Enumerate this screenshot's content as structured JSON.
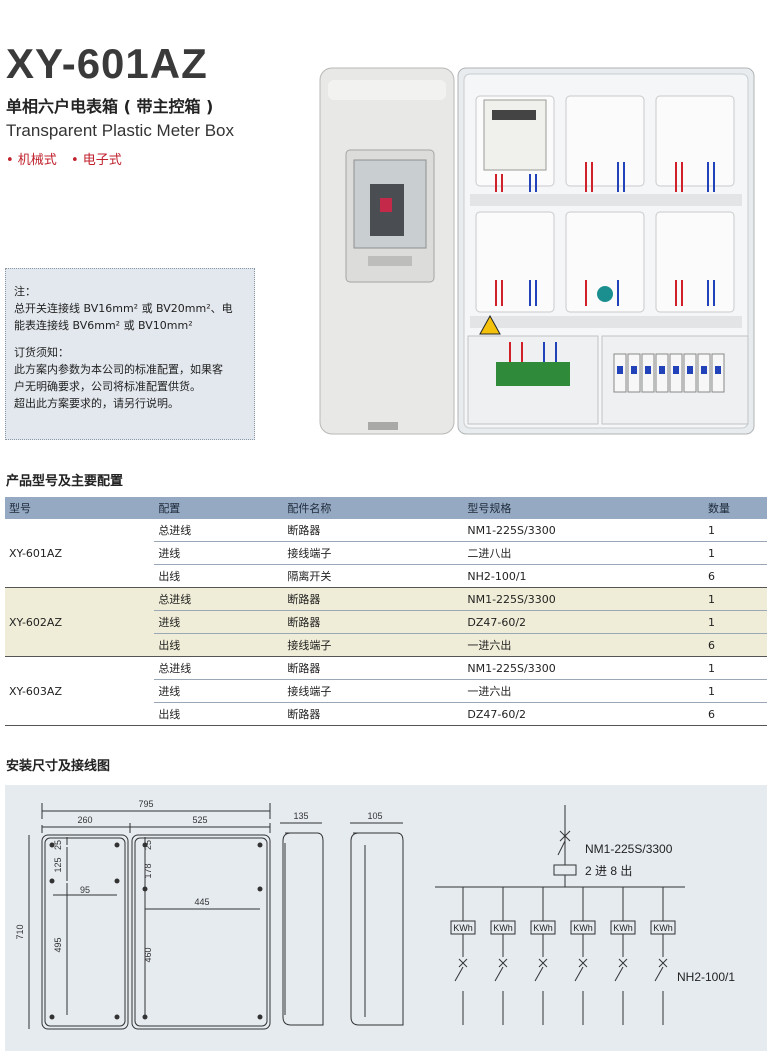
{
  "header": {
    "model": "XY-601AZ",
    "title_zh": "单相六户电表箱 ( 带主控箱 )",
    "title_en": "Transparent Plastic Meter Box",
    "types": [
      "• 机械式",
      "• 电子式"
    ]
  },
  "notes": {
    "note_heading": "注：",
    "note_lines": [
      "总开关连接线 BV16mm² 或 BV20mm²、电",
      "能表连接线 BV6mm² 或 BV10mm²"
    ],
    "order_heading": "订货须知：",
    "order_lines": [
      "此方案内参数为本公司的标准配置，如果客",
      "户无明确要求，公司将标准配置供货。",
      "超出此方案要求的，请另行说明。"
    ]
  },
  "table_section_title": "产品型号及主要配置",
  "spec_table": {
    "headers": [
      "型号",
      "配置",
      "配件名称",
      "型号规格",
      "数量"
    ],
    "groups": [
      {
        "model": "XY-601AZ",
        "rows": [
          [
            "总进线",
            "断路器",
            "NM1-225S/3300",
            "1"
          ],
          [
            "进线",
            "接线端子",
            "二进八出",
            "1"
          ],
          [
            "出线",
            "隔离开关",
            "NH2-100/1",
            "6"
          ]
        ]
      },
      {
        "model": "XY-602AZ",
        "rows": [
          [
            "总进线",
            "断路器",
            "NM1-225S/3300",
            "1"
          ],
          [
            "进线",
            "断路器",
            "DZ47-60/2",
            "1"
          ],
          [
            "出线",
            "接线端子",
            "一进六出",
            "6"
          ]
        ]
      },
      {
        "model": "XY-603AZ",
        "rows": [
          [
            "总进线",
            "断路器",
            "NM1-225S/3300",
            "1"
          ],
          [
            "进线",
            "接线端子",
            "一进六出",
            "1"
          ],
          [
            "出线",
            "断路器",
            "DZ47-60/2",
            "6"
          ]
        ]
      }
    ]
  },
  "diagram_section_title": "安装尺寸及接线图",
  "dimensions": {
    "total_width": "795",
    "left_width": "260",
    "right_width": "525",
    "height": "710",
    "top_offset_a": "25",
    "hole_v1": "125",
    "hole_h1": "95",
    "hole_v2": "495",
    "top_offset_b": "25",
    "hole_v3": "178",
    "hole_h2": "445",
    "hole_v4": "460",
    "side_depth_1": "135",
    "side_depth_2": "105"
  },
  "wiring": {
    "main_breaker": "NM1-225S/3300",
    "terminal": "2 进 8 出",
    "meter_label": "KWh",
    "branch_switch": "NH2-100/1"
  }
}
